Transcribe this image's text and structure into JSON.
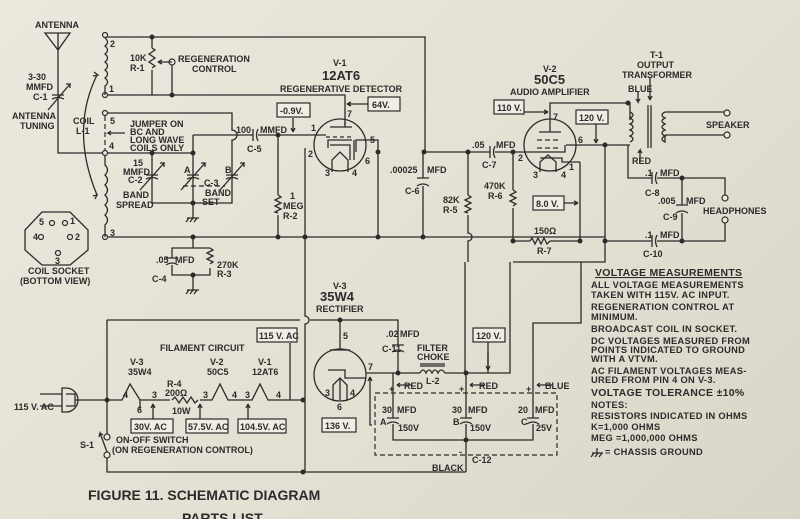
{
  "figure": {
    "caption": "FIGURE 11.  SCHEMATIC DIAGRAM",
    "next_heading": "PARTS LIST"
  },
  "antenna": {
    "label": "ANTENNA"
  },
  "c1": {
    "value": "3-30",
    "unit": "MMFD",
    "ref": "C-1",
    "func1": "ANTENNA",
    "func2": "TUNING"
  },
  "coil": {
    "label": "COIL",
    "ref": "L-1",
    "pins": [
      "2",
      "1",
      "5",
      "4",
      "3"
    ],
    "jumper": [
      "JUMPER ON",
      "BC  AND",
      "LONG WAVE",
      "COILS ONLY"
    ]
  },
  "r1": {
    "value": "10K",
    "ref": "R-1",
    "func1": "REGENERATION",
    "func2": "CONTROL"
  },
  "c2": {
    "value": "15",
    "unit": "MMFD",
    "ref": "C-2",
    "func1": "BAND",
    "func2": "SPREAD"
  },
  "c3": {
    "a": "A",
    "b": "B",
    "ref": "C-3",
    "func1": "BAND",
    "func2": "SET"
  },
  "c5": {
    "value": "100",
    "unit": "MMFD",
    "ref": "C-5"
  },
  "r2": {
    "value": "1",
    "unit": "MEG",
    "ref": "R-2"
  },
  "v1": {
    "ref": "V-1",
    "type": "12AT6",
    "func": "REGENERATIVE  DETECTOR",
    "pins": [
      "7",
      "1",
      "2",
      "5",
      "6",
      "3",
      "4"
    ],
    "grid_voltage": "-0.9V.",
    "plate_voltage": "64V."
  },
  "socket": {
    "pins": [
      "5",
      "1",
      "4",
      "2",
      "3"
    ],
    "label1": "COIL  SOCKET",
    "label2": "(BOTTOM  VIEW)"
  },
  "c6": {
    "value": ".00025",
    "unit": "MFD",
    "ref": "C-6"
  },
  "r5": {
    "value": "82K",
    "ref": "R-5"
  },
  "c7": {
    "value": ".05",
    "unit": "MFD",
    "ref": "C-7"
  },
  "r6": {
    "value": "470K",
    "ref": "R-6"
  },
  "v2": {
    "ref": "V-2",
    "type": "50C5",
    "func": "AUDIO  AMPLIFIER",
    "pins": [
      "7",
      "6",
      "2",
      "1",
      "3",
      "4"
    ],
    "plate_voltage": "110 V.",
    "screen_voltage": "120 V.",
    "cathode_voltage": "8.0 V."
  },
  "r7": {
    "value": "150Ω",
    "ref": "R-7"
  },
  "t1": {
    "ref": "T-1",
    "func1": "OUTPUT",
    "func2": "TRANSFORMER",
    "blue": "BLUE",
    "red": "RED",
    "speaker": "SPEAKER"
  },
  "c8": {
    "value": ".1",
    "unit": "MFD",
    "ref": "C-8"
  },
  "c9": {
    "value": ".005",
    "unit": "MFD",
    "ref": "C-9"
  },
  "c10": {
    "value": ".1",
    "unit": "MFD",
    "ref": "C-10"
  },
  "headphones": "HEADPHONES",
  "c4": {
    "value": ".05",
    "unit": "MFD",
    "ref": "C-4"
  },
  "r3": {
    "value": "270K",
    "ref": "R-3"
  },
  "v3": {
    "ref": "V-3",
    "type": "35W4",
    "func": "RECTIFIER",
    "pins": [
      "5",
      "7",
      "3",
      "6",
      "4"
    ],
    "cathode_voltage": "136 V."
  },
  "c11": {
    "value": ".02",
    "unit": "MFD",
    "ref": "C-11"
  },
  "l2": {
    "func1": "FILTER",
    "func2": "CHOKE",
    "ref": "L-2"
  },
  "bplus_voltage": "120 V.",
  "c12": {
    "ref": "C-12",
    "a": {
      "letter": "A",
      "value": "30",
      "unit": "MFD",
      "voltage": "150V",
      "lead": "RED"
    },
    "b": {
      "letter": "B",
      "value": "30",
      "unit": "MFD",
      "voltage": "150V",
      "lead": "RED"
    },
    "c": {
      "letter": "C",
      "value": "20",
      "unit": "MFD",
      "voltage": "25V",
      "lead": "BLUE"
    },
    "common": "BLACK",
    "plus": "+",
    "minus": "-"
  },
  "filament": {
    "title": "FILAMENT  CIRCUIT",
    "v3": {
      "ref": "V-3",
      "type": "35W4"
    },
    "v2": {
      "ref": "V-2",
      "type": "50C5"
    },
    "v1": {
      "ref": "V-1",
      "type": "12AT6"
    },
    "r4": {
      "ref": "R-4",
      "value": "200Ω",
      "watt": "10W"
    },
    "pins": [
      "4",
      "6",
      "3",
      "3",
      "4",
      "3",
      "4"
    ],
    "voltages": [
      "30V. AC",
      "57.5V. AC",
      "104.5V. AC",
      "115 V. AC"
    ]
  },
  "power": {
    "input": "115 V. AC",
    "switch_ref": "S-1",
    "switch1": "ON-OFF  SWITCH",
    "switch2": "(ON  REGENERATION  CONTROL)"
  },
  "notes": {
    "title": "VOLTAGE  MEASUREMENTS",
    "lines": [
      "ALL  VOLTAGE  MEASUREMENTS",
      "TAKEN  WITH  115V. AC  INPUT.",
      "REGENERATION  CONTROL  AT",
      "MINIMUM.",
      "BROADCAST  COIL  IN  SOCKET.",
      "DC  VOLTAGES  MEASURED  FROM",
      "POINTS  INDICATED  TO  GROUND",
      "WITH  A  VTVM.",
      "AC  FILAMENT  VOLTAGES  MEAS-",
      "URED  FROM  PIN 4  ON  V-3.",
      "VOLTAGE  TOLERANCE  ±10%",
      "NOTES:",
      "RESISTORS  INDICATED  IN  OHMS",
      "K=1,000  OHMS",
      "MEG =1,000,000  OHMS",
      "= CHASSIS  GROUND"
    ]
  }
}
